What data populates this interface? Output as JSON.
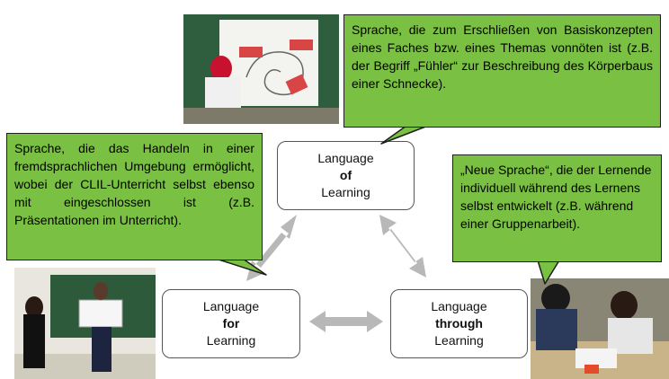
{
  "bubbles": {
    "of": "Sprache, die zum Erschließen von Basiskonzepten eines Faches bzw. eines Themas vonnöten ist (z.B. der Begriff „Fühler“ zur Beschreibung des Körperbaus einer Schnecke).",
    "for": "Sprache, die das Handeln in einer fremdsprachlichen Umgebung ermöglicht, wobei der CLIL-Unterricht selbst ebenso mit eingeschlossen ist (z.B. Präsentationen im Unterricht).",
    "through": "„Neue Sprache“, die der Lernende individuell während des Lernens selbst entwickelt (z.B. während einer Gruppenarbeit)."
  },
  "nodes": {
    "of": {
      "line1": "Language",
      "line2": "of",
      "line3": "Learning"
    },
    "for": {
      "line1": "Language",
      "line2": "for",
      "line3": "Learning"
    },
    "through": {
      "line1": "Language",
      "line2": "through",
      "line3": "Learning"
    }
  },
  "colors": {
    "bubble": "#7ac143",
    "arrow": "#b8b8b8"
  }
}
